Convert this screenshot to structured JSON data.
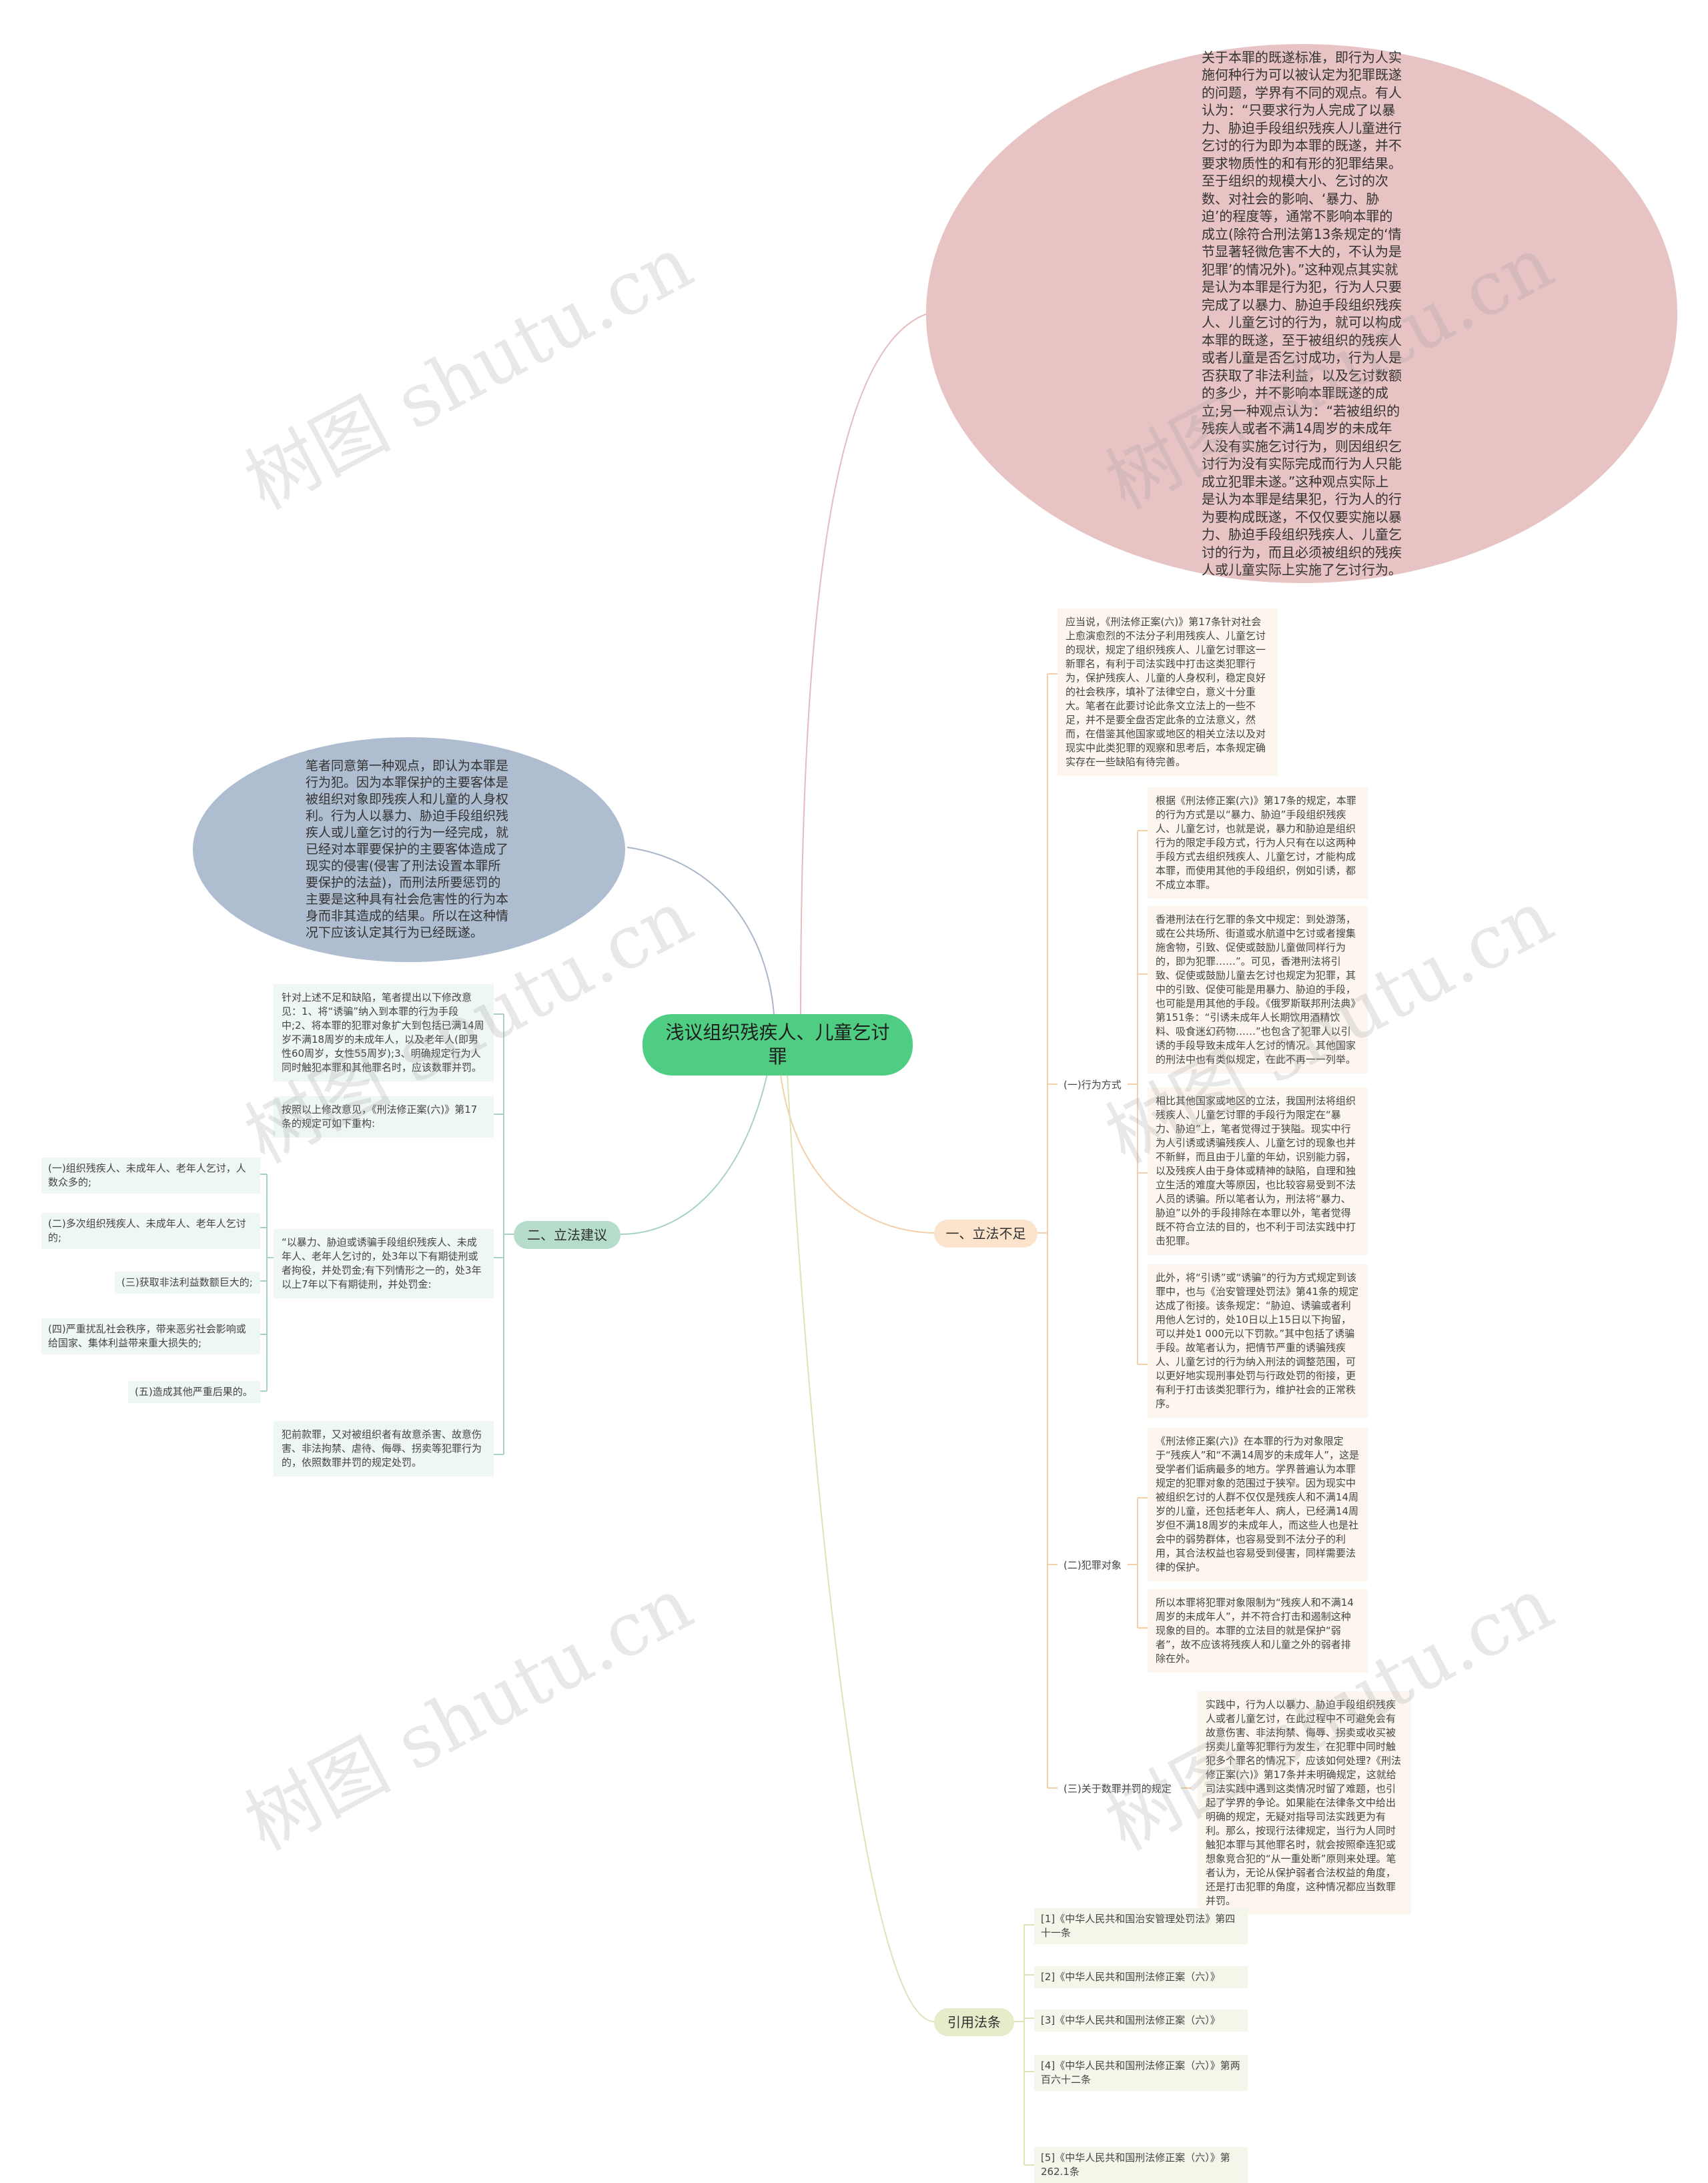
{
  "title": "浅议组织残疾人、儿童乞讨罪",
  "watermark": "树图 shutu.cn",
  "colors": {
    "center": "#4fcd82",
    "pink": "#e8c3c4",
    "slate": "#afbdd0",
    "mint": "#b6dccc",
    "peach": "#fbe3cc",
    "olive": "#e8ebca"
  },
  "pink_ellipse": {
    "text": "关于本罪的既遂标准，即行为人实施何种行为可以被认定为犯罪既遂的问题，学界有不同的观点。有人认为：“只要求行为人完成了以暴力、胁迫手段组织残疾人儿童进行乞讨的行为即为本罪的既遂，并不要求物质性的和有形的犯罪结果。至于组织的规模大小、乞讨的次数、对社会的影响、‘暴力、胁迫’的程度等，通常不影响本罪的成立(除符合刑法第13条规定的‘情节显著轻微危害不大的，不认为是犯罪’的情况外)。”这种观点其实就是认为本罪是行为犯，行为人只要完成了以暴力、胁迫手段组织残疾人、儿童乞讨的行为，就可以构成本罪的既遂，至于被组织的残疾人或者儿童是否乞讨成功，行为人是否获取了非法利益，以及乞讨数额的多少，并不影响本罪既遂的成立;另一种观点认为：“若被组织的残疾人或者不满14周岁的未成年人没有实施乞讨行为，则因组织乞讨行为没有实际完成而行为人只能成立犯罪未遂。”这种观点实际上是认为本罪是结果犯，行为人的行为要构成既遂，不仅仅要实施以暴力、胁迫手段组织残疾人、儿童乞讨的行为，而且必须被组织的残疾人或儿童实际上实施了乞讨行为。"
  },
  "slate_ellipse": {
    "text": "笔者同意第一种观点，即认为本罪是行为犯。因为本罪保护的主要客体是被组织对象即残疾人和儿童的人身权利。行为人以暴力、胁迫手段组织残疾人或儿童乞讨的行为一经完成，就已经对本罪要保护的主要客体造成了现实的侵害(侵害了刑法设置本罪所要保护的法益)，而刑法所要惩罚的主要是这种具有社会危害性的行为本身而非其造成的结果。所以在这种情况下应该认定其行为已经既遂。"
  },
  "branch_legislation": {
    "label": "二、立法建议",
    "cards": [
      "针对上述不足和缺陷，笔者提出以下修改意见：1、将“诱骗”纳入到本罪的行为手段中;2、将本罪的犯罪对象扩大到包括已满14周岁不满18周岁的未成年人，以及老年人(即男性60周岁，女性55周岁);3、明确规定行为人同时触犯本罪和其他罪名时，应该数罪并罚。",
      "按照以上修改意见，《刑法修正案(六)》第17条的规定可如下重构:",
      "“以暴力、胁迫或诱骗手段组织残疾人、未成年人、老年人乞讨的，处3年以下有期徒刑或者拘役，并处罚金;有下列情形之一的，处3年以上7年以下有期徒刑，并处罚金:",
      "犯前款罪，又对被组织者有故意杀害、故意伤害、非法拘禁、虐待、侮辱、拐卖等犯罪行为的，依照数罪并罚的规定处罚。"
    ],
    "items": [
      "(一)组织残疾人、未成年人、老年人乞讨，人数众多的;",
      "(二)多次组织残疾人、未成年人、老年人乞讨的;",
      "(三)获取非法利益数额巨大的;",
      "(四)严重扰乱社会秩序，带来恶劣社会影响或给国家、集体利益带来重大损失的;",
      "(五)造成其他严重后果的。"
    ]
  },
  "branch_shortcomings": {
    "label": "一、立法不足",
    "intro": "应当说，《刑法修正案(六)》第17条针对社会上愈演愈烈的不法分子利用残疾人、儿童乞讨的现状，规定了组织残疾人、儿童乞讨罪这一新罪名，有利于司法实践中打击这类犯罪行为，保护残疾人、儿童的人身权利，稳定良好的社会秩序，填补了法律空白，意义十分重大。笔者在此要讨论此条文立法上的一些不足，并不是要全盘否定此条的立法意义，然而，在借鉴其他国家或地区的相关立法以及对现实中此类犯罪的观察和思考后，本条规定确实存在一些缺陷有待完善。",
    "sub1": {
      "label": "(一)行为方式",
      "cards": [
        "根据《刑法修正案(六)》第17条的规定，本罪的行为方式是以“暴力、胁迫”手段组织残疾人、儿童乞讨，也就是说，暴力和胁迫是组织行为的限定手段方式，行为人只有在以这两种手段方式去组织残疾人、儿童乞讨，才能构成本罪，而使用其他的手段组织，例如引诱，都不成立本罪。",
        "香港刑法在行乞罪的条文中规定：到处游荡，或在公共场所、街道或水航道中乞讨或者搜集施舍物，引致、促使或鼓励儿童做同样行为的，即为犯罪……”。可见，香港刑法将引致、促使或鼓励儿童去乞讨也规定为犯罪，其中的引致、促使可能是用暴力、胁迫的手段，也可能是用其他的手段。《俄罗斯联邦刑法典》第151条：“引诱未成年人长期饮用酒精饮料、吸食迷幻药物……”也包含了犯罪人以引诱的手段导致未成年人乞讨的情况。其他国家的刑法中也有类似规定，在此不再一一列举。",
        "相比其他国家或地区的立法，我国刑法将组织残疾人、儿童乞讨罪的手段行为限定在“暴力、胁迫”上，笔者觉得过于狭隘。现实中行为人引诱或诱骗残疾人、儿童乞讨的现象也并不新鲜，而且由于儿童的年幼，识别能力弱，以及残疾人由于身体或精神的缺陷，自理和独立生活的难度大等原因，也比较容易受到不法人员的诱骗。所以笔者认为，刑法将“暴力、胁迫”以外的手段排除在本罪以外，笔者觉得既不符合立法的目的，也不利于司法实践中打击犯罪。",
        "此外，将“引诱”或“诱骗”的行为方式规定到该罪中，也与《治安管理处罚法》第41条的规定达成了衔接。该条规定：“胁迫、诱骗或者利用他人乞讨的，处10日以上15日以下拘留，可以并处1 000元以下罚款。”其中包括了诱骗手段。故笔者认为，把情节严重的诱骗残疾人、儿童乞讨的行为纳入刑法的调整范围，可以更好地实现刑事处罚与行政处罚的衔接，更有利于打击该类犯罪行为，维护社会的正常秩序。"
      ]
    },
    "sub2": {
      "label": "(二)犯罪对象",
      "cards": [
        "《刑法修正案(六)》在本罪的行为对象限定于“残疾人”和“不满14周岁的未成年人”，这是受学者们诟病最多的地方。学界普遍认为本罪规定的犯罪对象的范围过于狭窄。因为现实中被组织乞讨的人群不仅仅是残疾人和不满14周岁的儿童，还包括老年人、病人，已经满14周岁但不满18周岁的未成年人，而这些人也是社会中的弱势群体，也容易受到不法分子的利用，其合法权益也容易受到侵害，同样需要法律的保护。",
        "所以本罪将犯罪对象限制为“残疾人和不满14周岁的未成年人”，并不符合打击和遏制这种现象的目的。本罪的立法目的就是保护“弱者”，故不应该将残疾人和儿童之外的弱者排除在外。"
      ]
    },
    "sub3": {
      "label": "(三)关于数罪并罚的规定",
      "cards": [
        "实践中，行为人以暴力、胁迫手段组织残疾人或者儿童乞讨，在此过程中不可避免会有故意伤害、非法拘禁、侮辱、拐卖或收买被拐卖儿童等犯罪行为发生，在犯罪中同时触犯多个罪名的情况下，应该如何处理?《刑法修正案(六)》第17条并未明确规定，这就给司法实践中遇到这类情况时留了难题，也引起了学界的争论。如果能在法律条文中给出明确的规定，无疑对指导司法实践更为有利。那么，按现行法律规定，当行为人同时触犯本罪与其他罪名时，就会按照牵连犯或想象竞合犯的“从一重处断”原则来处理。笔者认为，无论从保护弱者合法权益的角度，还是打击犯罪的角度，这种情况都应当数罪并罚。"
      ]
    }
  },
  "branch_references": {
    "label": "引用法条",
    "items": [
      "[1]《中华人民共和国治安管理处罚法》第四十一条",
      "[2]《中华人民共和国刑法修正案（六）》",
      "[3]《中华人民共和国刑法修正案（六）》",
      "[4]《中华人民共和国刑法修正案（六）》第两百六十二条",
      "[5]《中华人民共和国刑法修正案（六）》第262.1条"
    ]
  }
}
